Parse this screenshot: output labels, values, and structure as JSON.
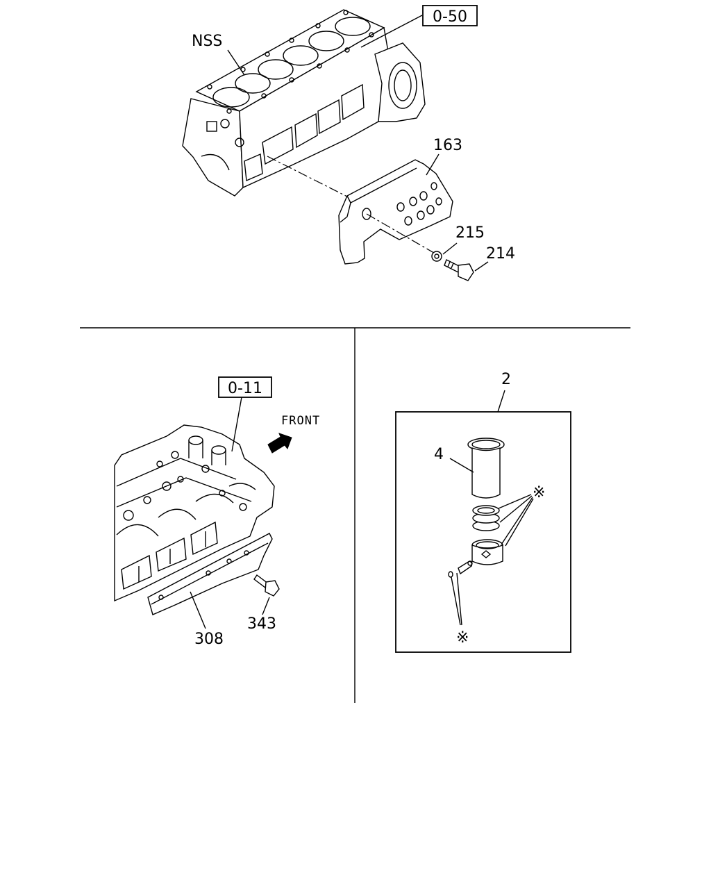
{
  "panels": {
    "top": {
      "ref_box": "0-50",
      "labels": {
        "block": "NSS",
        "plate": "163",
        "washer": "215",
        "bolt": "214"
      }
    },
    "bottom_left": {
      "ref_box": "0-11",
      "direction": "FRONT",
      "labels": {
        "plate": "308",
        "bolt": "343"
      }
    },
    "bottom_right": {
      "labels": {
        "kit": "2",
        "liner": "4",
        "mark_upper": "※",
        "mark_lower": "※"
      }
    }
  },
  "icons": [
    "front-arrow-icon"
  ]
}
